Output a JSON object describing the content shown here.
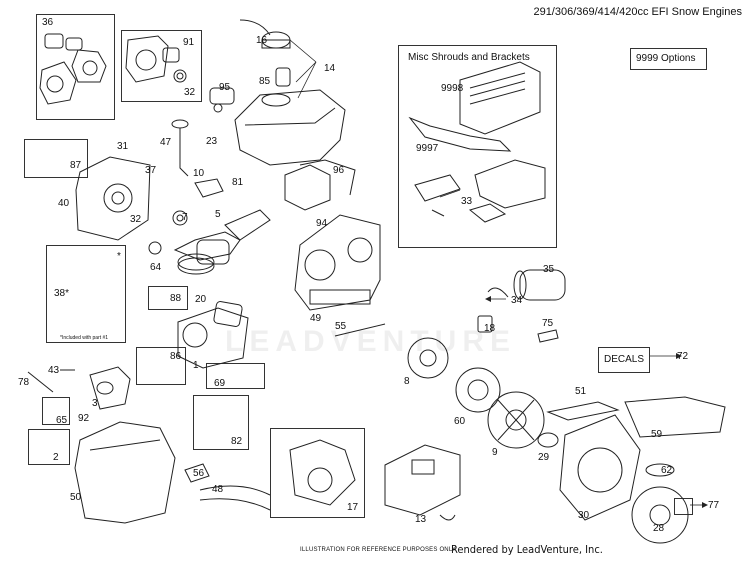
{
  "header": {
    "title": "291/306/369/414/420cc EFI Snow Engines"
  },
  "boxes": {
    "misc_title": "Misc Shrouds and Brackets",
    "options_label": "9999  Options",
    "decals_label": "DECALS",
    "included_note": "*Included with part #1"
  },
  "footer": {
    "illustration_note": "ILLUSTRATION FOR REFERENCE PURPOSES ONLY",
    "rendered_by": "Rendered by LeadVenture, Inc."
  },
  "watermark": "LEADVENTURE",
  "callouts": [
    {
      "id": "36",
      "text": "36"
    },
    {
      "id": "91",
      "text": "91"
    },
    {
      "id": "32a",
      "text": "32"
    },
    {
      "id": "16",
      "text": "16"
    },
    {
      "id": "14",
      "text": "14"
    },
    {
      "id": "85",
      "text": "85"
    },
    {
      "id": "95",
      "text": "95"
    },
    {
      "id": "47",
      "text": "47"
    },
    {
      "id": "23",
      "text": "23"
    },
    {
      "id": "31",
      "text": "31"
    },
    {
      "id": "87",
      "text": "87"
    },
    {
      "id": "37",
      "text": "37"
    },
    {
      "id": "10",
      "text": "10"
    },
    {
      "id": "81",
      "text": "81"
    },
    {
      "id": "96",
      "text": "96"
    },
    {
      "id": "40",
      "text": "40"
    },
    {
      "id": "32b",
      "text": "32"
    },
    {
      "id": "7",
      "text": "7"
    },
    {
      "id": "5",
      "text": "5"
    },
    {
      "id": "94",
      "text": "94"
    },
    {
      "id": "64",
      "text": "64"
    },
    {
      "id": "38",
      "text": "38*"
    },
    {
      "id": "88",
      "text": "88"
    },
    {
      "id": "20",
      "text": "20"
    },
    {
      "id": "49",
      "text": "49"
    },
    {
      "id": "1",
      "text": "1"
    },
    {
      "id": "86",
      "text": "86"
    },
    {
      "id": "69",
      "text": "69"
    },
    {
      "id": "78",
      "text": "78"
    },
    {
      "id": "43",
      "text": "43"
    },
    {
      "id": "3",
      "text": "3"
    },
    {
      "id": "65",
      "text": "65"
    },
    {
      "id": "92",
      "text": "92"
    },
    {
      "id": "2",
      "text": "2"
    },
    {
      "id": "82",
      "text": "82"
    },
    {
      "id": "56",
      "text": "56"
    },
    {
      "id": "48",
      "text": "48"
    },
    {
      "id": "50",
      "text": "50"
    },
    {
      "id": "17",
      "text": "17"
    },
    {
      "id": "9998",
      "text": "9998"
    },
    {
      "id": "9997",
      "text": "9997"
    },
    {
      "id": "33",
      "text": "33"
    },
    {
      "id": "35",
      "text": "35"
    },
    {
      "id": "34",
      "text": "34"
    },
    {
      "id": "18",
      "text": "18"
    },
    {
      "id": "75",
      "text": "75"
    },
    {
      "id": "55",
      "text": "55"
    },
    {
      "id": "72",
      "text": "72"
    },
    {
      "id": "8",
      "text": "8"
    },
    {
      "id": "60",
      "text": "60"
    },
    {
      "id": "51",
      "text": "51"
    },
    {
      "id": "9",
      "text": "9"
    },
    {
      "id": "29",
      "text": "29"
    },
    {
      "id": "59",
      "text": "59"
    },
    {
      "id": "62",
      "text": "62"
    },
    {
      "id": "77",
      "text": "77"
    },
    {
      "id": "30",
      "text": "30"
    },
    {
      "id": "28",
      "text": "28"
    },
    {
      "id": "13",
      "text": "13"
    },
    {
      "id": "star",
      "text": "*"
    }
  ]
}
